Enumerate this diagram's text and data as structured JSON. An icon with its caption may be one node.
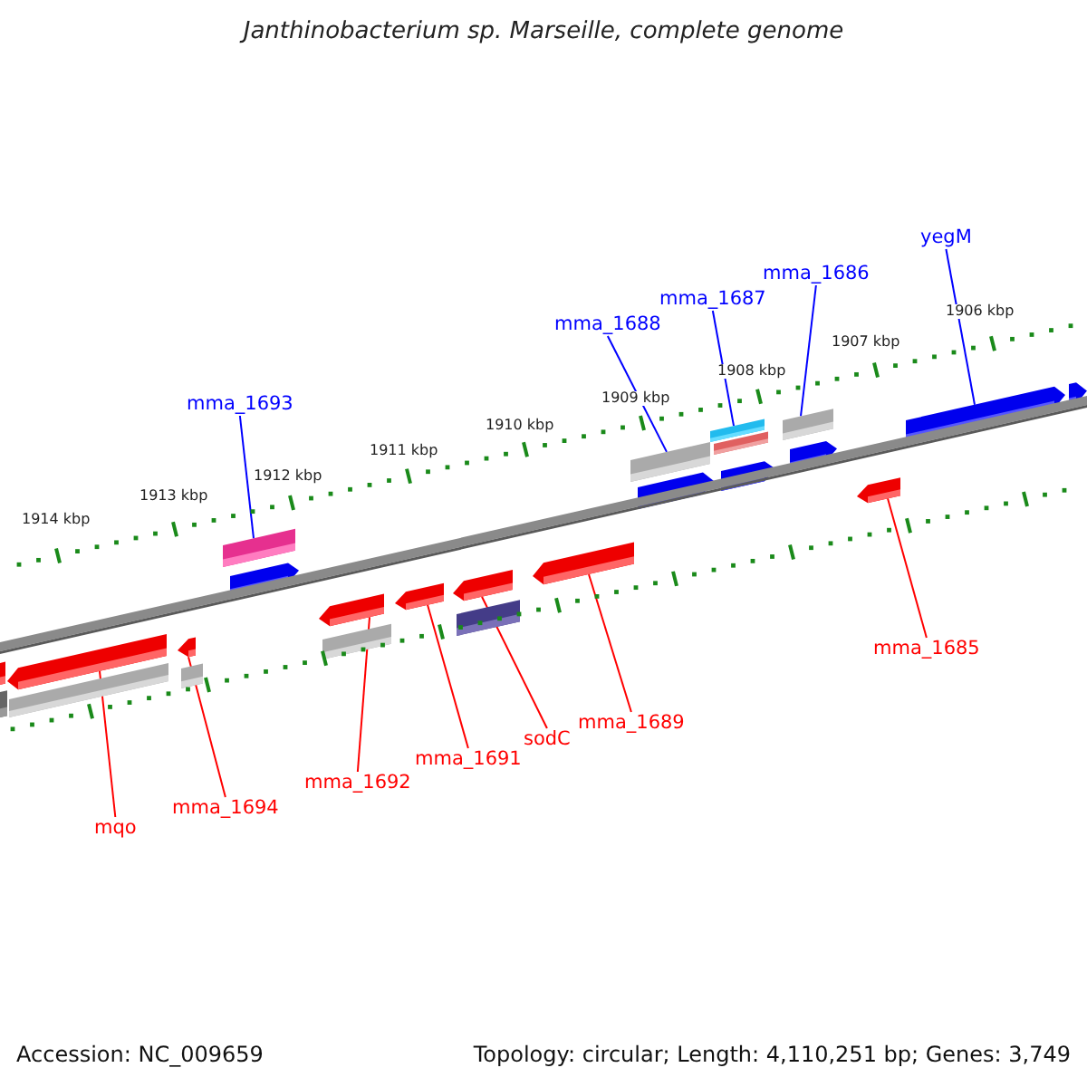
{
  "diagram": {
    "title": "Janthinobacterium sp. Marseille, complete genome",
    "nodes": [
      {
        "text": [
          "mma_1693"
        ]
      },
      {
        "text": [
          "mma_1688"
        ]
      },
      {
        "text": [
          "mma_1687"
        ]
      },
      {
        "text": [
          "mma_1686"
        ]
      },
      {
        "text": [
          "yegM"
        ]
      },
      {
        "text": [
          "mqo"
        ]
      },
      {
        "text": [
          "mma_1694"
        ]
      },
      {
        "text": [
          "mma_1692"
        ]
      },
      {
        "text": [
          "mma_1691"
        ]
      },
      {
        "text": [
          "sodC"
        ]
      },
      {
        "text": [
          "mma_1689"
        ]
      },
      {
        "text": [
          "mma_1685"
        ]
      },
      {
        "text": [],
        "shape": "bar"
      },
      {
        "text": [],
        "shape": "bar"
      },
      {
        "text": [],
        "shape": "arrow"
      },
      {
        "text": [],
        "shape": "bar"
      },
      {
        "text": [],
        "shape": "arrow"
      },
      {
        "text": [],
        "shape": "bar"
      },
      {
        "text": [],
        "shape": "bar"
      },
      {
        "text": [],
        "shape": "arrow"
      },
      {
        "text": [],
        "shape": "arrow"
      },
      {
        "text": [],
        "shape": "bar"
      },
      {
        "text": [],
        "shape": "arrow"
      },
      {
        "text": [],
        "shape": "arrow"
      },
      {
        "text": [],
        "shape": "bar"
      },
      {
        "text": [],
        "shape": "arrow"
      },
      {
        "text": [],
        "shape": "bar"
      },
      {
        "text": [],
        "shape": "arrow"
      },
      {
        "text": [],
        "shape": "bar"
      },
      {
        "text": [],
        "shape": "bar"
      },
      {
        "text": [],
        "shape": "arrow"
      },
      {
        "text": [],
        "shape": "bar"
      },
      {
        "text": [],
        "shape": "arrow"
      },
      {
        "text": [],
        "shape": "arrow"
      },
      {
        "text": [],
        "shape": "arrow"
      },
      {
        "text": [],
        "shape": "arrow"
      }
    ],
    "edges": [
      {
        "from": 0,
        "to": 18,
        "arrow": "none",
        "color": "#0000ff"
      },
      {
        "from": 1,
        "to": 26,
        "arrow": "none",
        "color": "#0000ff"
      },
      {
        "from": 2,
        "to": 28,
        "arrow": "none",
        "color": "#0000ff"
      },
      {
        "from": 3,
        "to": 31,
        "arrow": "none",
        "color": "#0000ff"
      },
      {
        "from": 4,
        "to": 34,
        "arrow": "none",
        "color": "#0000ff"
      },
      {
        "from": 5,
        "to": 14,
        "arrow": "none"
      },
      {
        "from": 6,
        "to": 16,
        "arrow": "none"
      },
      {
        "from": 7,
        "to": 20,
        "arrow": "none"
      },
      {
        "from": 8,
        "to": 22,
        "arrow": "none"
      },
      {
        "from": 9,
        "to": 23,
        "arrow": "none"
      },
      {
        "from": 10,
        "to": 25,
        "arrow": "none"
      },
      {
        "from": 11,
        "to": 33,
        "arrow": "none"
      }
    ],
    "labels": [
      "1914 kbp",
      "1913 kbp",
      "1912 kbp",
      "1911 kbp",
      "1910 kbp",
      "1909 kbp",
      "1908 kbp",
      "1907 kbp",
      "1906 kbp",
      "Accession: NC_009659",
      "Topology: circular; Length: 4,110,251 bp; Genes: 3,749"
    ]
  }
}
